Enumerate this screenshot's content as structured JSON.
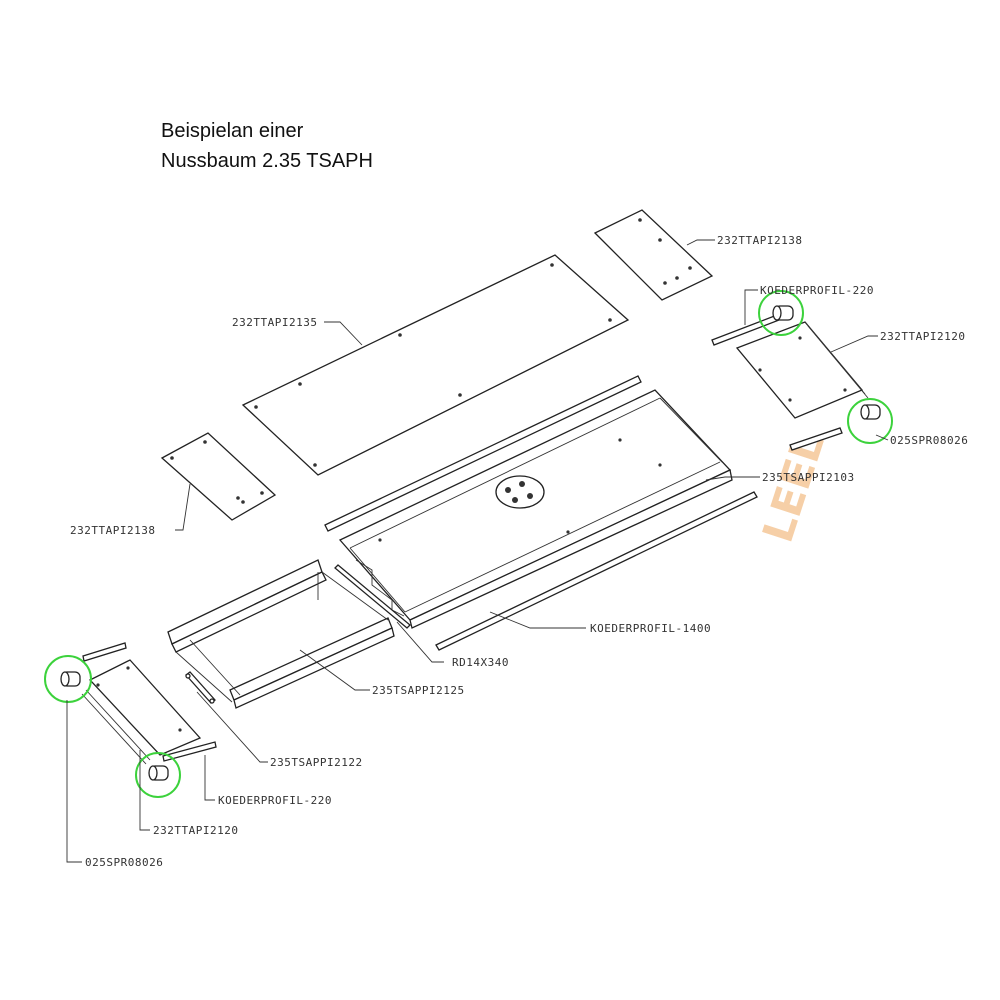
{
  "title": {
    "line1": "Beispielan einer",
    "line2": "Nussbaum 2.35 TSAPH"
  },
  "watermark": "LEEL",
  "highlight_color": "#3cd23c",
  "labels": {
    "panel_top_small": "232TTAPI2138",
    "panel_long": "232TTAPI2135",
    "koederprofil_220_top": "KOEDERPROFIL-220",
    "panel_right": "232TTAPI2120",
    "spring_right": "025SPR08026",
    "frame_main": "235TSAPPI2103",
    "panel_left_small": "232TTAPI2138",
    "koederprofil_1400": "KOEDERPROFIL-1400",
    "rd": "RD14X340",
    "frame_small": "235TSAPPI2125",
    "part_2122": "235TSAPPI2122",
    "koederprofil_220_bottom": "KOEDERPROFIL-220",
    "panel_left": "232TTAPI2120",
    "spring_left": "025SPR08026"
  }
}
